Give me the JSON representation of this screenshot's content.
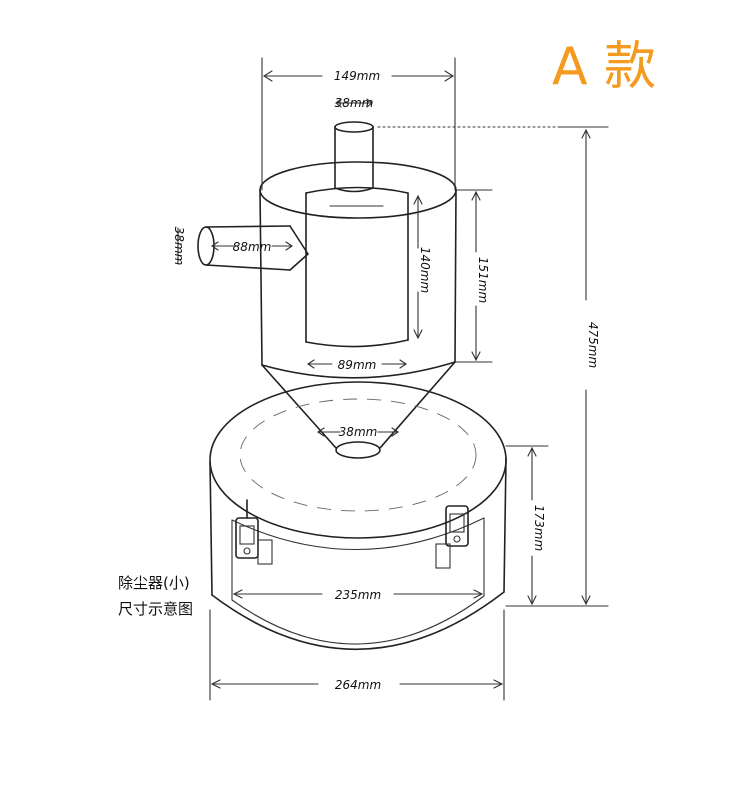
{
  "title": "A 款",
  "caption": {
    "line1": "除尘器(小)",
    "line2": "尺寸示意图"
  },
  "dimensions": {
    "top_width": "149mm",
    "outlet_diameter": "38mm",
    "inlet_diameter": "38mm",
    "inlet_length": "88mm",
    "inner_tube_height": "140mm",
    "cylinder_height": "151mm",
    "inner_tube_diameter": "89mm",
    "cone_outlet_diameter": "38mm",
    "total_height": "475mm",
    "bucket_height": "173mm",
    "bucket_inner_diameter": "235mm",
    "bucket_outer_diameter": "264mm"
  },
  "colors": {
    "title": "#f39a1f",
    "line": "#222222"
  }
}
